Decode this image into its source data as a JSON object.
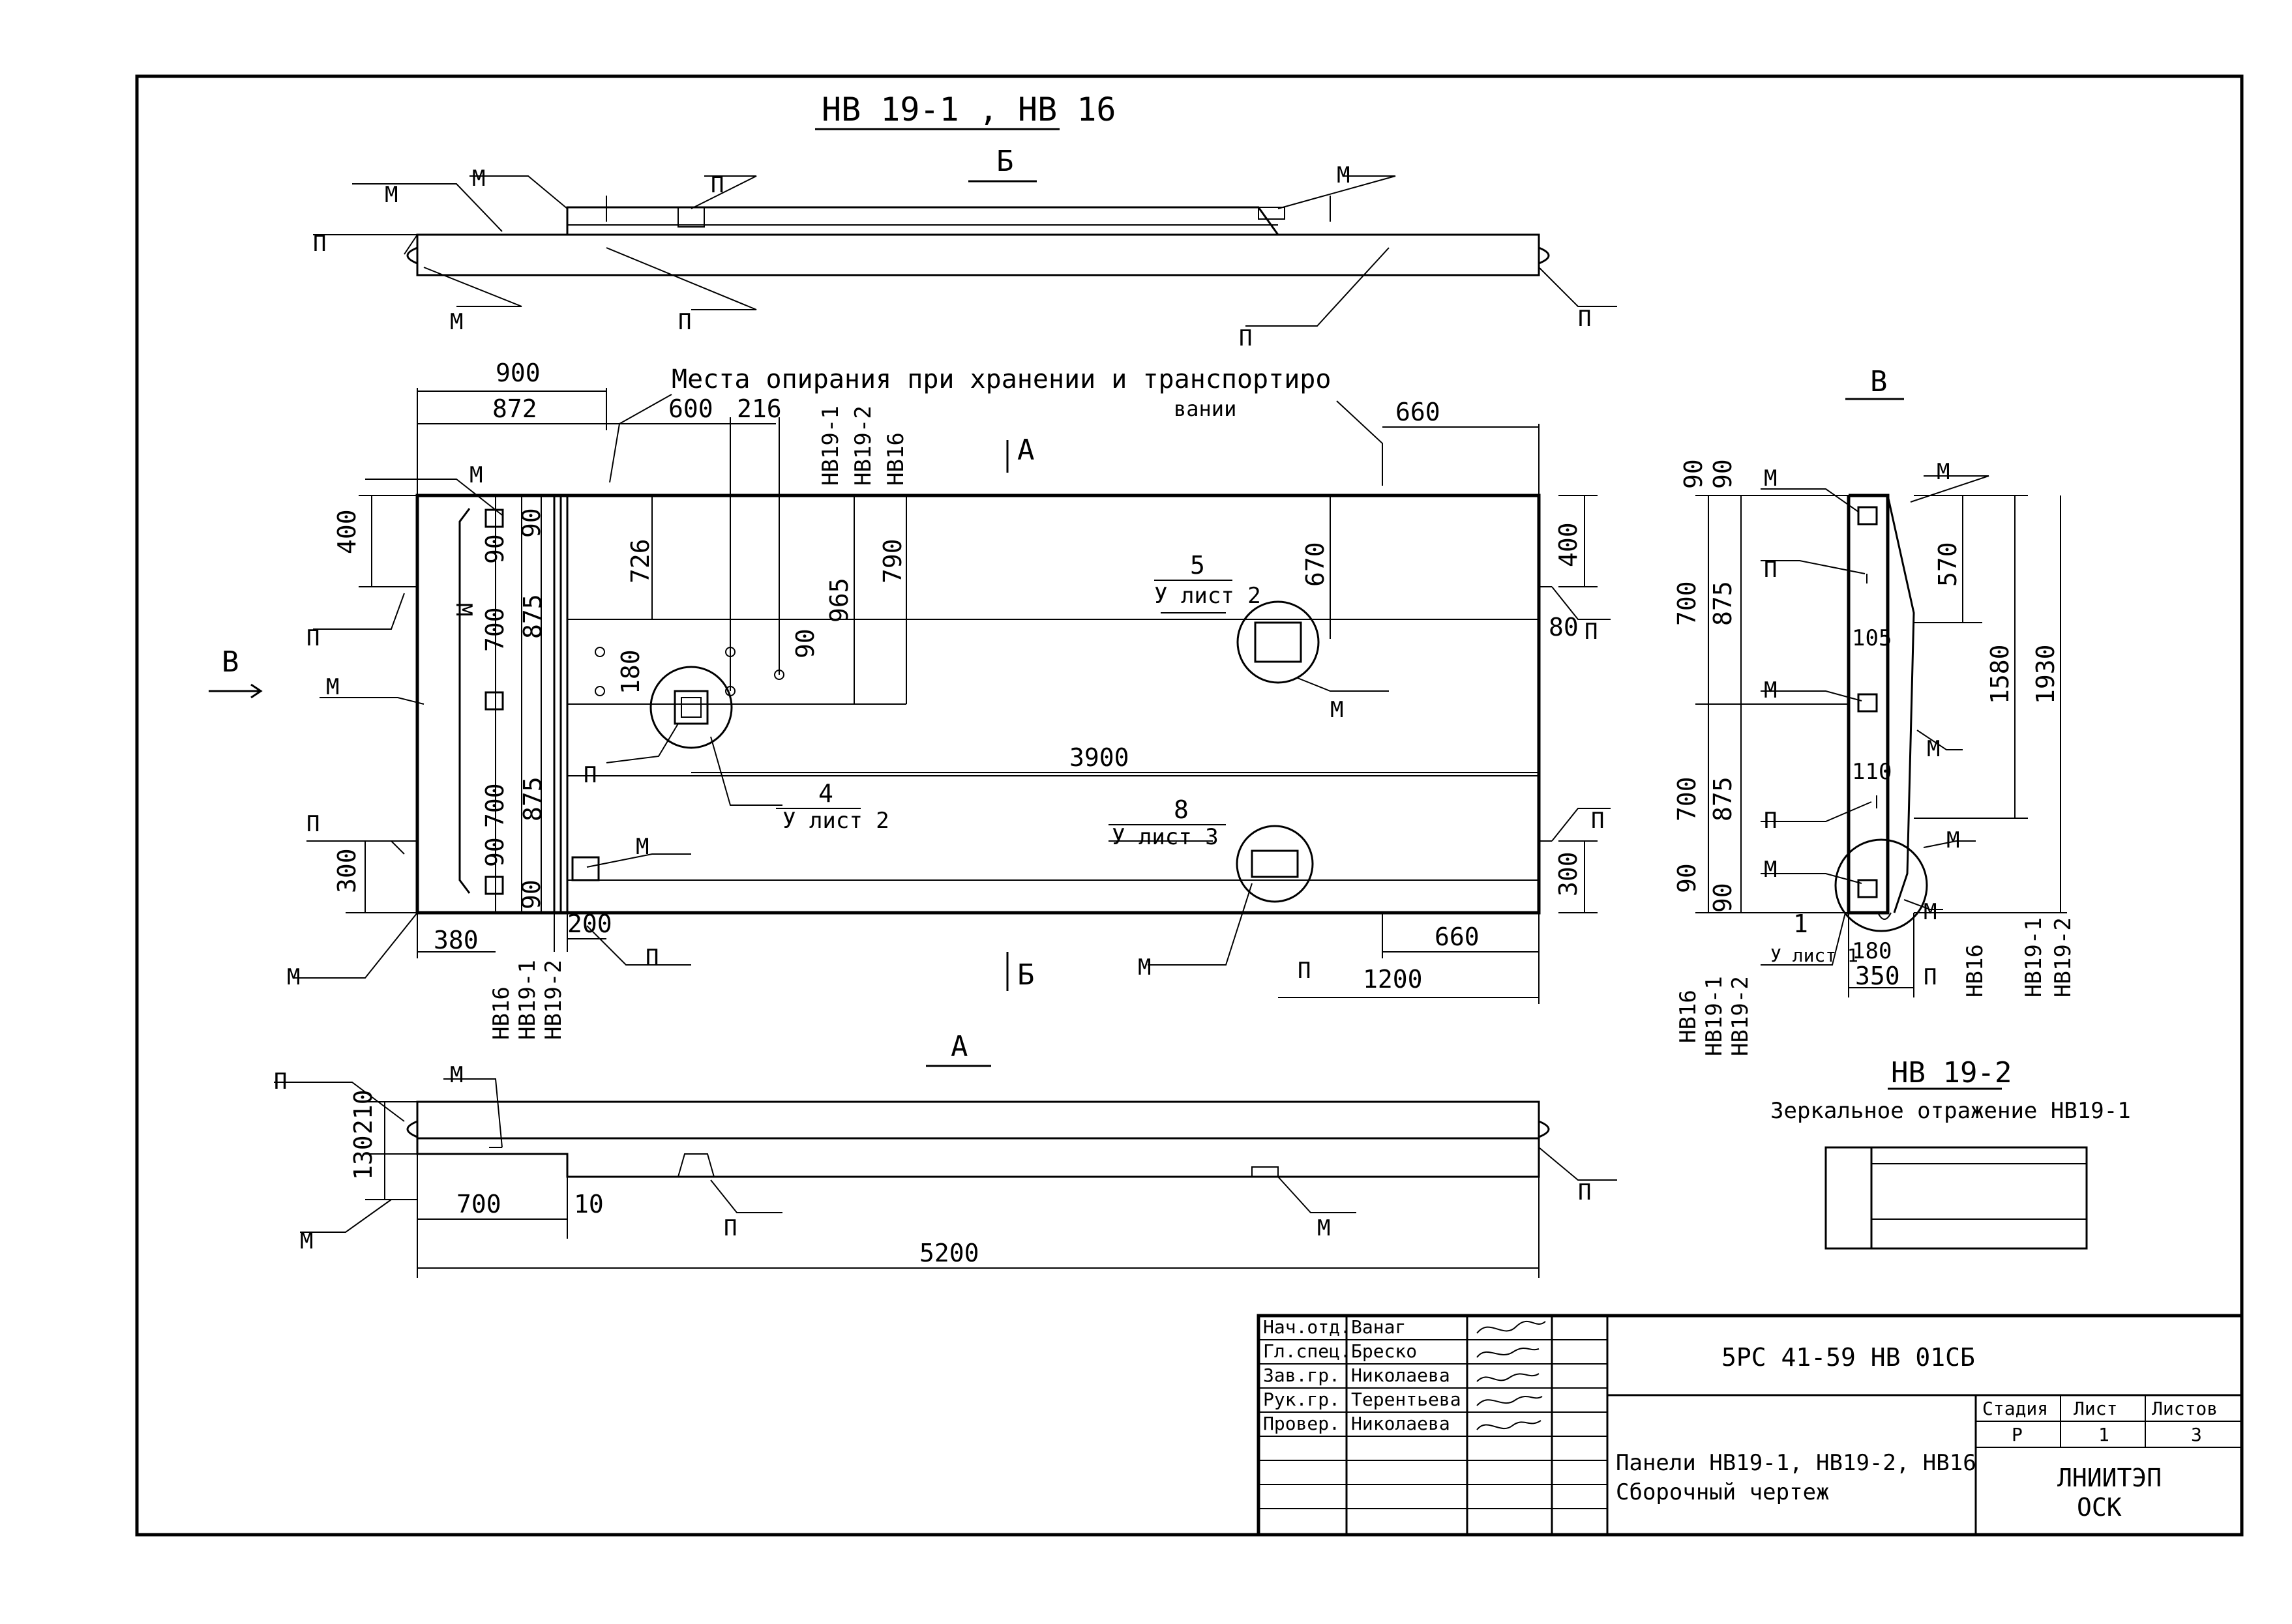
{
  "title": "НВ 19-1 , НВ 16",
  "view_b_label": "Б",
  "view_a_label": "А",
  "view_v_label": "В",
  "note_supports": "Места опирания при хранении и транспортиро",
  "note_supports_2": "вании",
  "markers": {
    "m": "М",
    "p": "П",
    "a_arrow": "А",
    "b_arrow": "Б",
    "v_arrow": "В"
  },
  "plan_dims": {
    "d900": "900",
    "d872": "872",
    "d600": "600",
    "d216": "216",
    "d660_top": "660",
    "d400_left": "400",
    "d300_left": "300",
    "d380": "380",
    "d200": "200",
    "d700_a": "700",
    "d700_b": "700",
    "d875_a": "875",
    "d875_b": "875",
    "d90_a": "90",
    "d90_b": "90",
    "d90_c": "90",
    "d90_d": "90",
    "d726": "726",
    "d965": "965",
    "d790": "790",
    "d180": "180",
    "d90_e": "90",
    "d670": "670",
    "d400_right": "400",
    "d80": "80",
    "d300_right": "300",
    "d3900": "3900",
    "d660_bot": "660",
    "d1200": "1200",
    "hb19_1": "НВ19-1",
    "hb19_2": "НВ19-2",
    "hb16": "НВ16"
  },
  "callouts": {
    "c5_num": "5",
    "c5_ref": "У лист 2",
    "c4_num": "4",
    "c4_ref": "У лист 2",
    "c8_num": "8",
    "c8_ref": "У лист 3",
    "c1_num": "1",
    "c1_ref": "У лист 1"
  },
  "section_a_dims": {
    "d130": "130",
    "d210": "210",
    "d700": "700",
    "d10": "10",
    "d5200": "5200"
  },
  "side_dims": {
    "d90_top": "90",
    "d700_top": "700",
    "d875_top": "875",
    "d700_bot": "700",
    "d875_bot": "875",
    "d90_mid": "90",
    "d90_bot": "90",
    "d570": "570",
    "d1580": "1580",
    "d1930": "1930",
    "d105": "105",
    "d110": "110",
    "d180": "180",
    "d350": "350",
    "hb16": "НВ16",
    "hb19_1": "НВ19-1",
    "hb19_2": "НВ19-2",
    "hb16_r": "НВ16",
    "hb19_1_r": "НВ19-1",
    "hb19_2_r": "НВ19-2"
  },
  "mirror_title": "НВ 19-2",
  "mirror_note": "Зеркальное отражение НВ19-1",
  "title_block": {
    "roles": [
      "Нач.отд.",
      "Гл.спец.",
      "Зав.гр.",
      "Рук.гр.",
      "Провер."
    ],
    "names": [
      "Ванаг",
      "Бреско",
      "Николаева",
      "Терентьева",
      "Николаева"
    ],
    "code": "5РС 41-59 НВ 01СБ",
    "description_1": "Панели НВ19-1, НВ19-2, НВ16",
    "description_2": "Сборочный чертеж",
    "stage_header": "Стадия",
    "sheet_header": "Лист",
    "sheets_header": "Листов",
    "stage": "Р",
    "sheet": "1",
    "sheets": "3",
    "org_1": "ЛНИИТЭП",
    "org_2": "ОСК"
  }
}
